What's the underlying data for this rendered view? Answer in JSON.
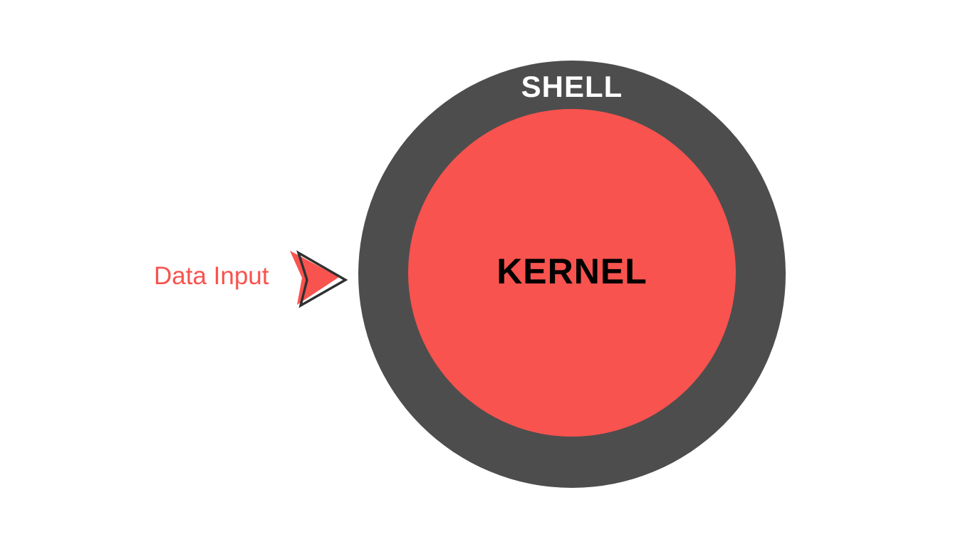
{
  "diagram": {
    "background_color": "#ffffff",
    "shell": {
      "label": "SHELL",
      "ring_color": "#4d4d4d",
      "label_color": "#ffffff"
    },
    "kernel": {
      "label": "KERNEL",
      "fill_color": "#f8534e",
      "label_color": "#000000"
    },
    "data_input": {
      "label": "Data Input",
      "label_color": "#f8534e"
    },
    "arrow": {
      "fill_color": "#f8534e",
      "outline_color": "#303030"
    }
  }
}
